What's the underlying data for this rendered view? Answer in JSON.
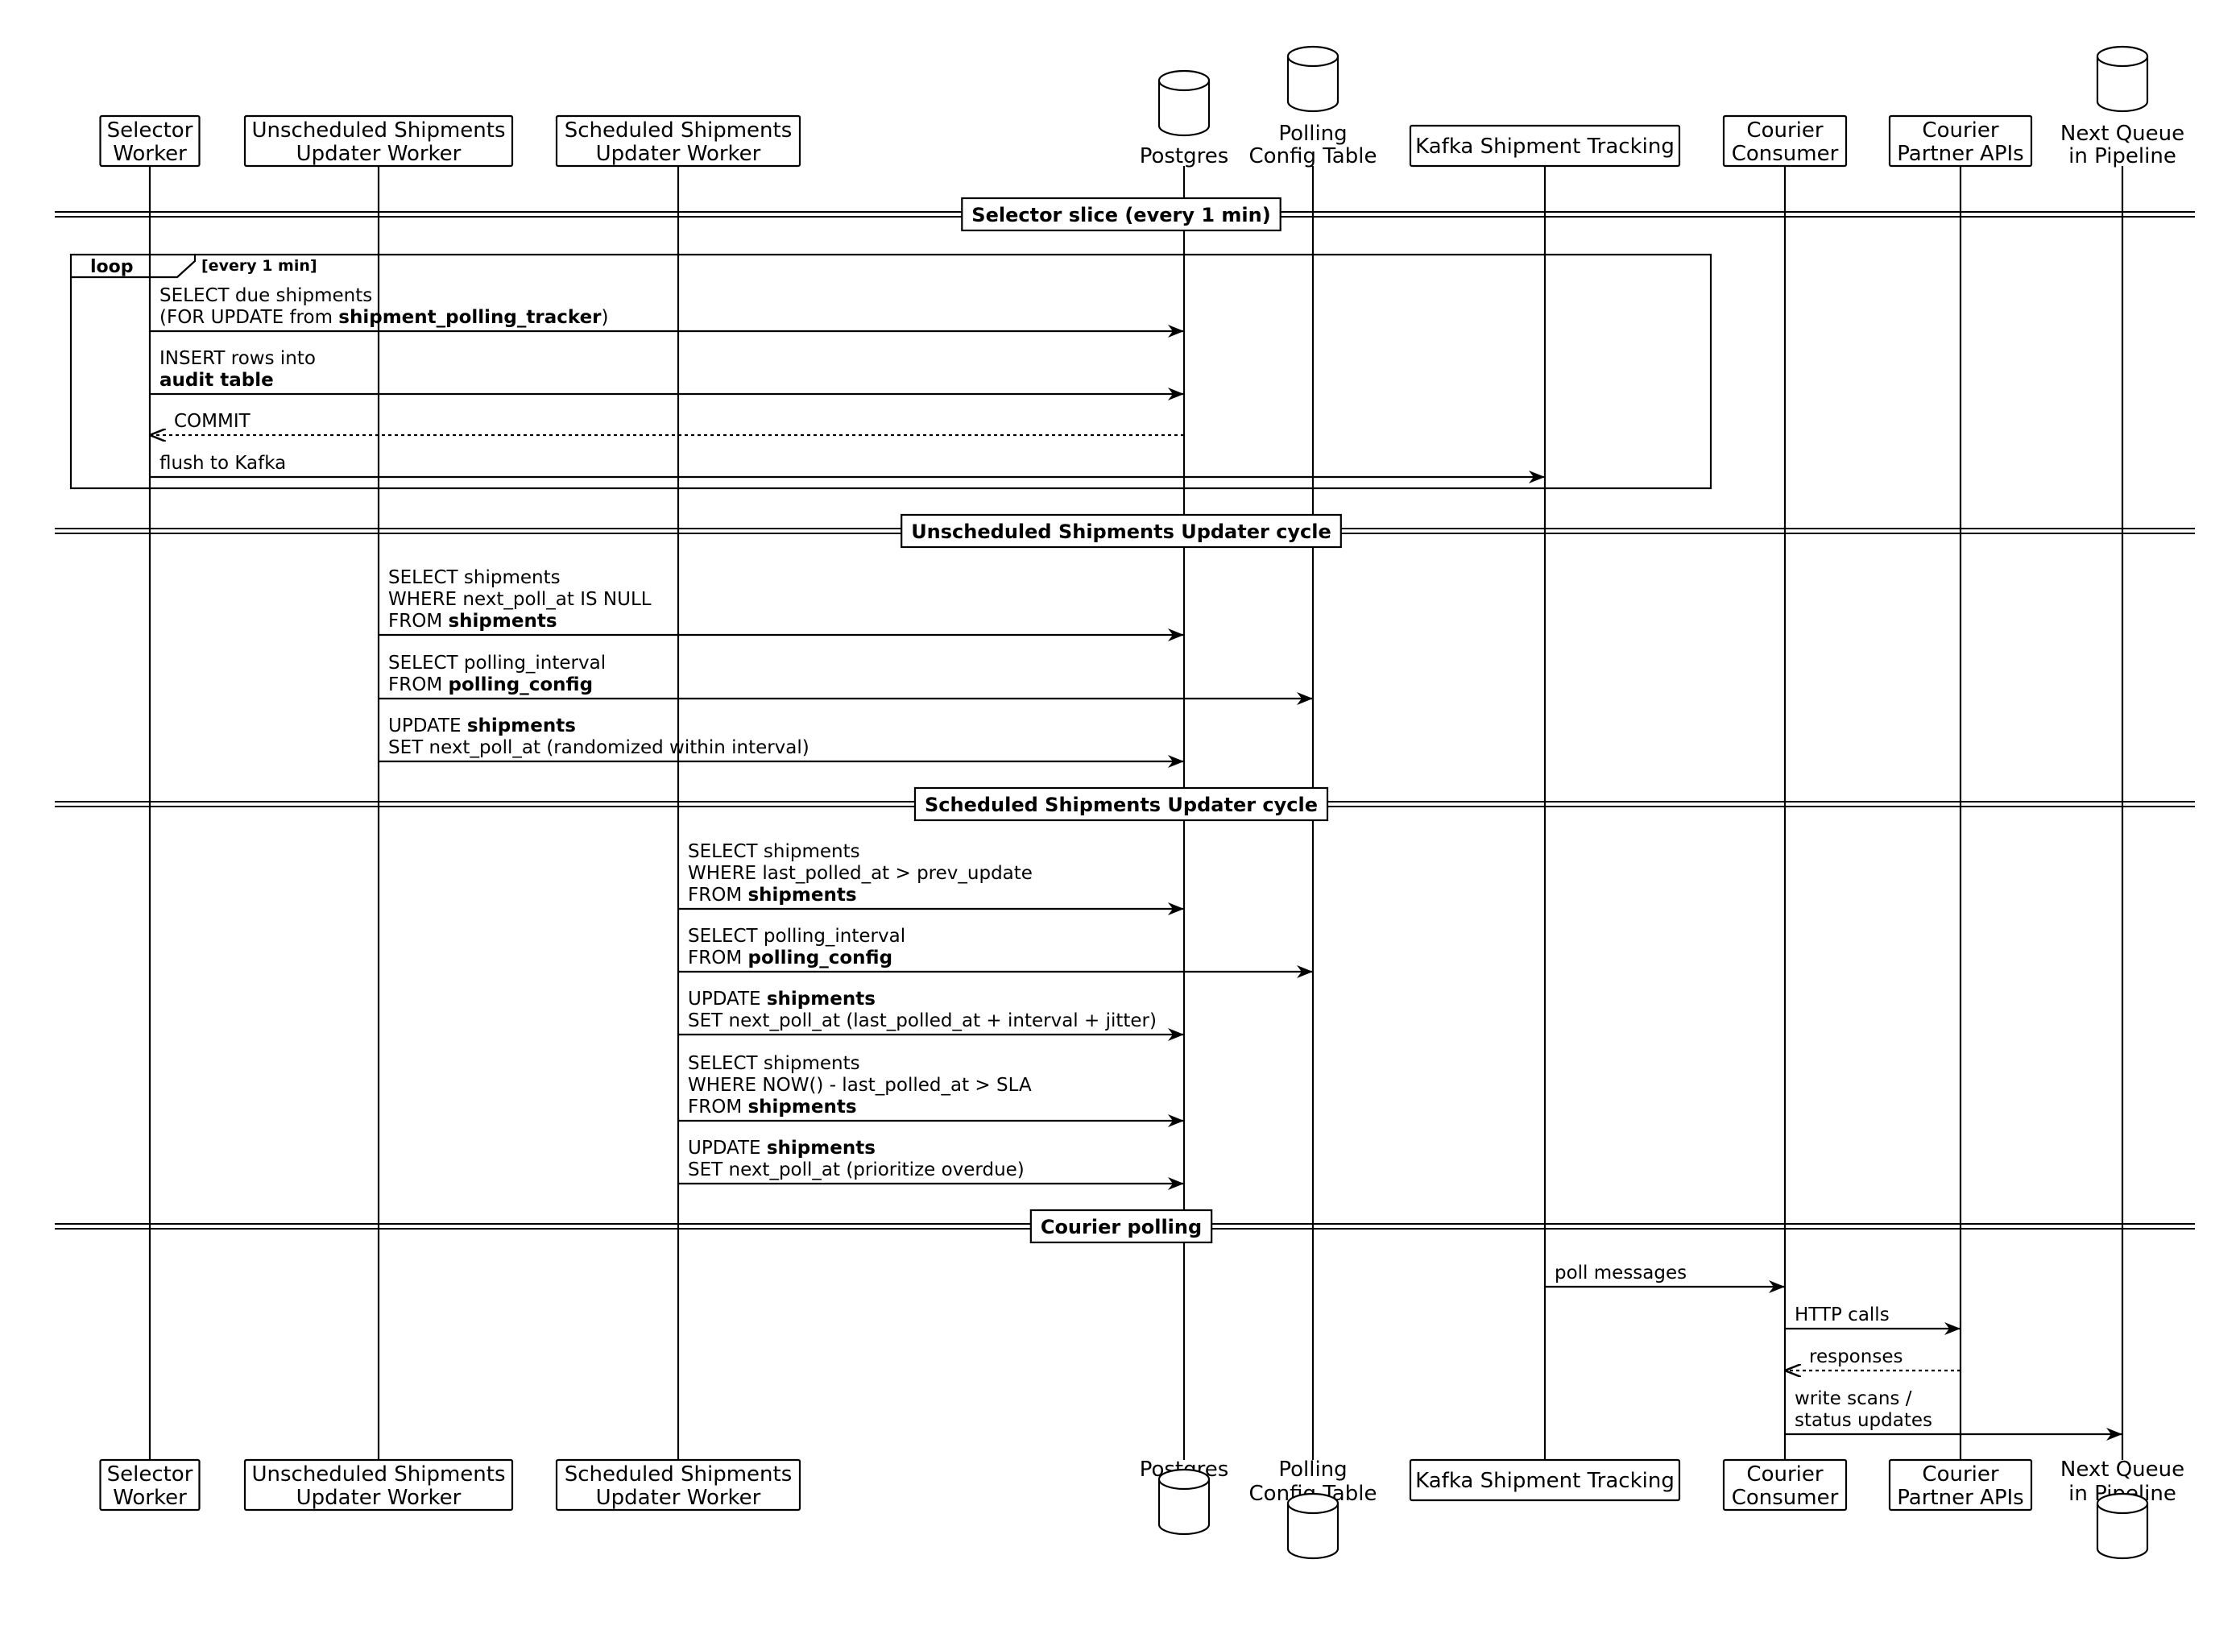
{
  "participants": [
    {
      "id": "selector",
      "kind": "box",
      "lines": [
        "Selector",
        "Worker"
      ]
    },
    {
      "id": "unsched",
      "kind": "box",
      "lines": [
        "Unscheduled Shipments",
        "Updater Worker"
      ]
    },
    {
      "id": "sched",
      "kind": "box",
      "lines": [
        "Scheduled Shipments",
        "Updater Worker"
      ]
    },
    {
      "id": "postgres",
      "kind": "db",
      "lines": [
        "Postgres"
      ]
    },
    {
      "id": "polling",
      "kind": "db",
      "lines": [
        "Polling",
        "Config Table"
      ]
    },
    {
      "id": "kafka",
      "kind": "box",
      "lines": [
        "Kafka Shipment Tracking"
      ]
    },
    {
      "id": "courier",
      "kind": "box",
      "lines": [
        "Courier",
        "Consumer"
      ]
    },
    {
      "id": "partner",
      "kind": "box",
      "lines": [
        "Courier",
        "Partner APIs"
      ]
    },
    {
      "id": "nextq",
      "kind": "db",
      "lines": [
        "Next Queue",
        "in Pipeline"
      ]
    }
  ],
  "sections": [
    {
      "id": "sec-selector",
      "title": "Selector slice (every 1 min)"
    },
    {
      "id": "sec-unscheduled",
      "title": "Unscheduled Shipments Updater cycle"
    },
    {
      "id": "sec-scheduled",
      "title": "Scheduled Shipments Updater cycle"
    },
    {
      "id": "sec-courier",
      "title": "Courier polling"
    }
  ],
  "loop": {
    "label": "loop",
    "condition": "[every 1 min]"
  },
  "messages": [
    {
      "from": "selector",
      "to": "postgres",
      "style": "solid",
      "lines": [
        [
          {
            "t": "SELECT due shipments"
          }
        ],
        [
          {
            "t": "(FOR UPDATE from "
          },
          {
            "t": "shipment_polling_tracker",
            "b": true
          },
          {
            "t": ")"
          }
        ]
      ]
    },
    {
      "from": "selector",
      "to": "postgres",
      "style": "solid",
      "lines": [
        [
          {
            "t": "INSERT rows into"
          }
        ],
        [
          {
            "t": "audit table",
            "b": true
          }
        ]
      ]
    },
    {
      "from": "postgres",
      "to": "selector",
      "style": "dotted",
      "lines": [
        [
          {
            "t": "COMMIT"
          }
        ]
      ]
    },
    {
      "from": "selector",
      "to": "kafka",
      "style": "solid",
      "lines": [
        [
          {
            "t": "flush to Kafka"
          }
        ]
      ]
    },
    {
      "from": "unsched",
      "to": "postgres",
      "style": "solid",
      "lines": [
        [
          {
            "t": "SELECT shipments"
          }
        ],
        [
          {
            "t": "WHERE next_poll_at IS NULL"
          }
        ],
        [
          {
            "t": "FROM "
          },
          {
            "t": "shipments",
            "b": true
          }
        ]
      ]
    },
    {
      "from": "unsched",
      "to": "polling",
      "style": "solid",
      "lines": [
        [
          {
            "t": "SELECT polling_interval"
          }
        ],
        [
          {
            "t": "FROM "
          },
          {
            "t": "polling_config",
            "b": true
          }
        ]
      ]
    },
    {
      "from": "unsched",
      "to": "postgres",
      "style": "solid",
      "lines": [
        [
          {
            "t": "UPDATE "
          },
          {
            "t": "shipments",
            "b": true
          }
        ],
        [
          {
            "t": "SET next_poll_at (randomized within interval)"
          }
        ]
      ]
    },
    {
      "from": "sched",
      "to": "postgres",
      "style": "solid",
      "lines": [
        [
          {
            "t": "SELECT shipments"
          }
        ],
        [
          {
            "t": "WHERE last_polled_at > prev_update"
          }
        ],
        [
          {
            "t": "FROM "
          },
          {
            "t": "shipments",
            "b": true
          }
        ]
      ]
    },
    {
      "from": "sched",
      "to": "polling",
      "style": "solid",
      "lines": [
        [
          {
            "t": "SELECT polling_interval"
          }
        ],
        [
          {
            "t": "FROM "
          },
          {
            "t": "polling_config",
            "b": true
          }
        ]
      ]
    },
    {
      "from": "sched",
      "to": "postgres",
      "style": "solid",
      "lines": [
        [
          {
            "t": "UPDATE "
          },
          {
            "t": "shipments",
            "b": true
          }
        ],
        [
          {
            "t": "SET next_poll_at (last_polled_at + interval + jitter)"
          }
        ]
      ]
    },
    {
      "from": "sched",
      "to": "postgres",
      "style": "solid",
      "lines": [
        [
          {
            "t": "SELECT shipments"
          }
        ],
        [
          {
            "t": "WHERE NOW() - last_polled_at > SLA"
          }
        ],
        [
          {
            "t": "FROM "
          },
          {
            "t": "shipments",
            "b": true
          }
        ]
      ]
    },
    {
      "from": "sched",
      "to": "postgres",
      "style": "solid",
      "lines": [
        [
          {
            "t": "UPDATE "
          },
          {
            "t": "shipments",
            "b": true
          }
        ],
        [
          {
            "t": "SET next_poll_at (prioritize overdue)"
          }
        ]
      ]
    },
    {
      "from": "kafka",
      "to": "courier",
      "style": "solid",
      "lines": [
        [
          {
            "t": "poll messages"
          }
        ]
      ]
    },
    {
      "from": "courier",
      "to": "partner",
      "style": "solid",
      "lines": [
        [
          {
            "t": "HTTP calls"
          }
        ]
      ]
    },
    {
      "from": "partner",
      "to": "courier",
      "style": "dotted",
      "lines": [
        [
          {
            "t": "responses"
          }
        ]
      ]
    },
    {
      "from": "courier",
      "to": "nextq",
      "style": "solid",
      "lines": [
        [
          {
            "t": "write scans /"
          }
        ],
        [
          {
            "t": "status updates"
          }
        ]
      ]
    }
  ]
}
